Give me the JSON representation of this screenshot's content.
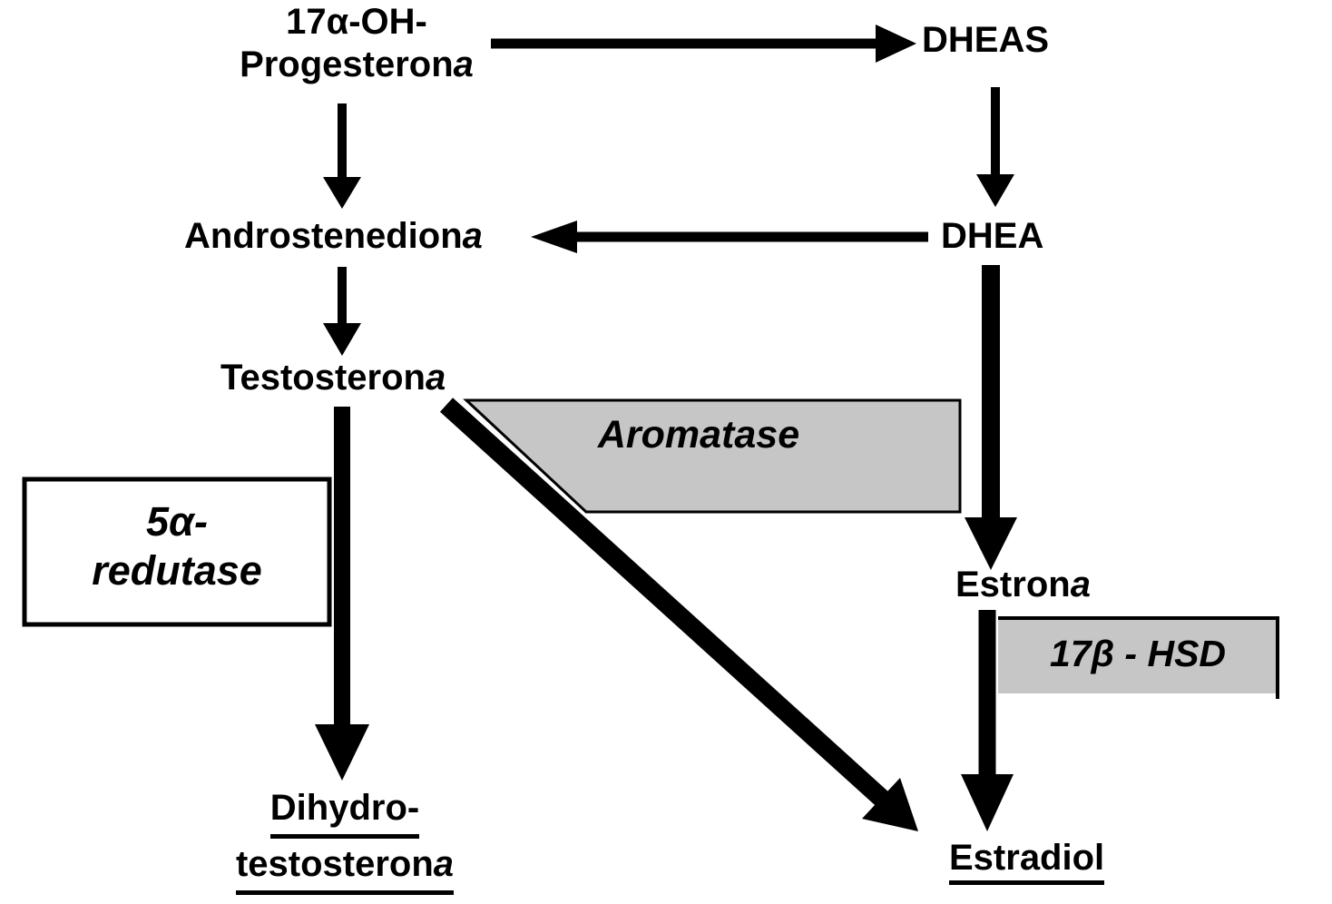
{
  "diagram": {
    "kind": "metabolic-pathway",
    "language": "pt"
  },
  "colors": {
    "background": "#ffffff",
    "arrow": "#000000",
    "enzyme_box_fill": "#c6c6c6",
    "enzyme_box_border": "#000000",
    "reductase_box_fill": "#ffffff"
  },
  "nodes": {
    "p17ohp": {
      "line1": "17α-OH-",
      "line2_pre": "Progesteron",
      "line2_italic": "a"
    },
    "dheas": {
      "label": "DHEAS"
    },
    "androstenediona": {
      "pre": "Androstenedion",
      "italic": "a"
    },
    "dhea": {
      "label": "DHEA"
    },
    "testosterona": {
      "pre": "Testosteron",
      "italic": "a"
    },
    "estrona": {
      "pre": "Estron",
      "italic": "a"
    },
    "dht": {
      "line1": "Dihydro-",
      "line2_pre": "testosteron",
      "line2_italic": "a"
    },
    "estradiol": {
      "label": "Estradiol"
    }
  },
  "enzymes": {
    "reductase": {
      "line1": "5α-",
      "line2": "redutase"
    },
    "aromatase": {
      "label": "Aromatase"
    },
    "hsd": {
      "label": "17β - HSD"
    }
  },
  "edges": [
    {
      "from": "17α-OH-Progesterona",
      "to": "DHEAS",
      "style": "thin"
    },
    {
      "from": "17α-OH-Progesterona",
      "to": "Androstenediona",
      "style": "thin"
    },
    {
      "from": "DHEAS",
      "to": "DHEA",
      "style": "thin"
    },
    {
      "from": "DHEA",
      "to": "Androstenediona",
      "style": "thin"
    },
    {
      "from": "Androstenediona",
      "to": "Testosterona",
      "style": "thin"
    },
    {
      "from": "Testosterona",
      "to": "Dihydro-testosterona",
      "style": "thick",
      "enzyme": "5α-redutase"
    },
    {
      "from": "Testosterona",
      "to": "Estradiol",
      "style": "thick",
      "enzyme": "Aromatase"
    },
    {
      "from": "DHEA",
      "to": "Estrona",
      "style": "thick"
    },
    {
      "from": "Estrona",
      "to": "Estradiol",
      "style": "thick",
      "enzyme": "17β - HSD"
    }
  ]
}
